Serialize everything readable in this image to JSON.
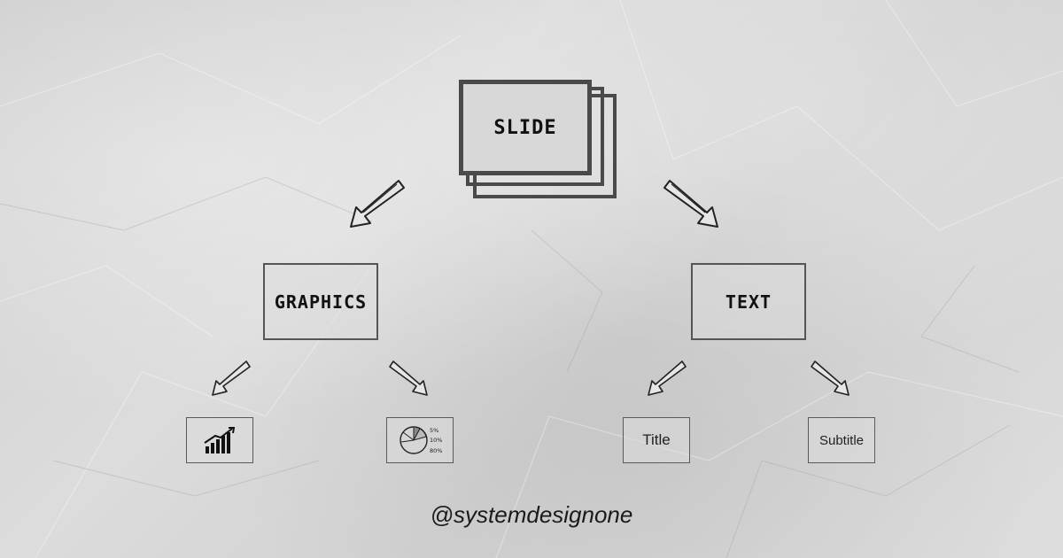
{
  "diagram": {
    "root": {
      "label": "SLIDE"
    },
    "children": [
      {
        "label": "GRAPHICS",
        "leaves": [
          {
            "icon": "bar-chart-icon"
          },
          {
            "icon": "pie-chart-icon",
            "pie_labels": [
              "5%",
              "10%",
              "80%"
            ]
          }
        ]
      },
      {
        "label": "TEXT",
        "leaves": [
          {
            "label": "Title"
          },
          {
            "label": "Subtitle"
          }
        ]
      }
    ]
  },
  "watermark": "@systemdesignone",
  "colors": {
    "background": "#d6d6d6",
    "stroke": "#4a4a4a",
    "text": "#111111"
  }
}
